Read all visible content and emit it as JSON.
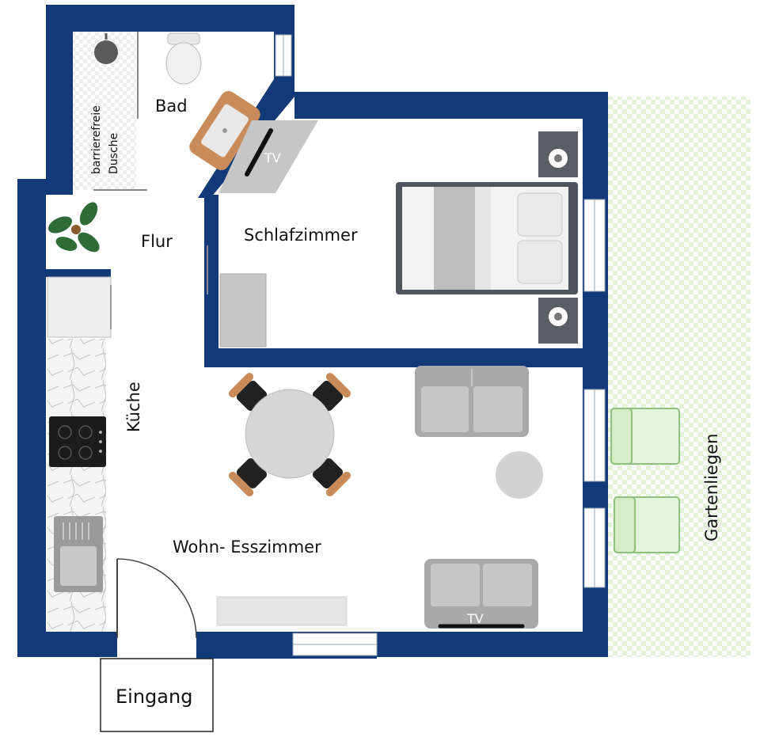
{
  "rooms": {
    "bad": "Bad",
    "dusche_line1": "barrierefreie",
    "dusche_line2": "Dusche",
    "flur": "Flur",
    "schlafzimmer": "Schlafzimmer",
    "kueche": "Küche",
    "wohn_esszimmer": "Wohn- Esszimmer",
    "eingang": "Eingang",
    "gartenliegen": "Gartenliegen"
  },
  "tv_labels": {
    "bedroom_tv": "TV",
    "living_tv": "TV"
  },
  "colors": {
    "wall": "#123a78",
    "floor": "#ffffff",
    "garden": "#dff0d2",
    "wood": "#c98b5a",
    "furniture_gray": "#c9c9c9",
    "dark_gray": "#5a5a5a",
    "loungers": "#7fbf6a"
  }
}
